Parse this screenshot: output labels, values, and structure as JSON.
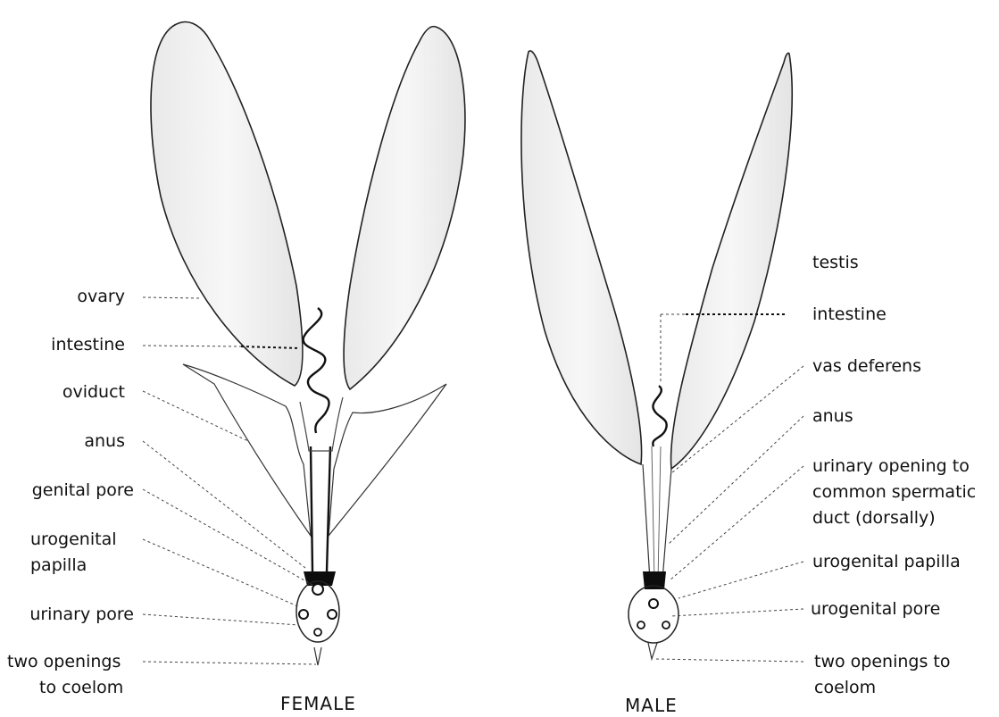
{
  "female": {
    "caption": "FEMALE",
    "labels": {
      "ovary": "ovary",
      "intestine": "intestine",
      "oviduct": "oviduct",
      "anus": "anus",
      "genital_pore": "genital pore",
      "urogenital_papilla_1": "urogenital",
      "urogenital_papilla_2": "papilla",
      "urinary_pore": "urinary pore",
      "openings_1": "two openings",
      "openings_2": "to coelom"
    }
  },
  "male": {
    "caption": "MALE",
    "labels": {
      "testis": "testis",
      "intestine": "intestine",
      "vas_deferens": "vas deferens",
      "anus": "anus",
      "urinary_opening_1": "urinary opening to",
      "urinary_opening_2": "common spermatic",
      "urinary_opening_3": "duct (dorsally)",
      "urogenital_papilla": "urogenital papilla",
      "urogenital_pore": "urogenital pore",
      "openings_1": "two openings to",
      "openings_2": "coelom"
    }
  }
}
